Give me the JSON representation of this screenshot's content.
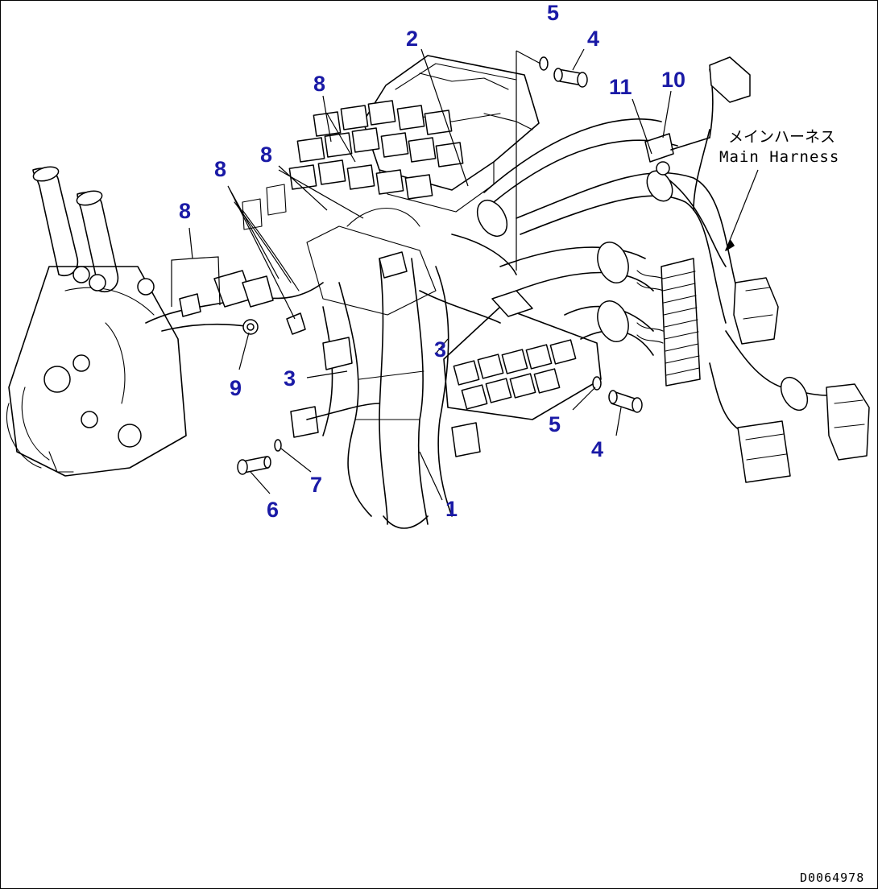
{
  "diagram": {
    "callouts": [
      {
        "id": "c-5-top",
        "text": "5"
      },
      {
        "id": "c-4-top",
        "text": "4"
      },
      {
        "id": "c-2",
        "text": "2"
      },
      {
        "id": "c-11",
        "text": "11"
      },
      {
        "id": "c-10",
        "text": "10"
      },
      {
        "id": "c-8-a",
        "text": "8"
      },
      {
        "id": "c-8-b",
        "text": "8"
      },
      {
        "id": "c-8-c",
        "text": "8"
      },
      {
        "id": "c-8-d",
        "text": "8"
      },
      {
        "id": "c-9",
        "text": "9"
      },
      {
        "id": "c-3-a",
        "text": "3"
      },
      {
        "id": "c-3-b",
        "text": "3"
      },
      {
        "id": "c-5-low",
        "text": "5"
      },
      {
        "id": "c-4-low",
        "text": "4"
      },
      {
        "id": "c-7",
        "text": "7"
      },
      {
        "id": "c-6",
        "text": "6"
      },
      {
        "id": "c-1",
        "text": "1"
      }
    ],
    "harness_label_jp": "メインハーネス",
    "harness_label_en": "Main Harness",
    "drawing_number": "D0064978",
    "colors": {
      "callout": "#1a1aa6",
      "line": "#000000",
      "background": "#ffffff"
    }
  }
}
